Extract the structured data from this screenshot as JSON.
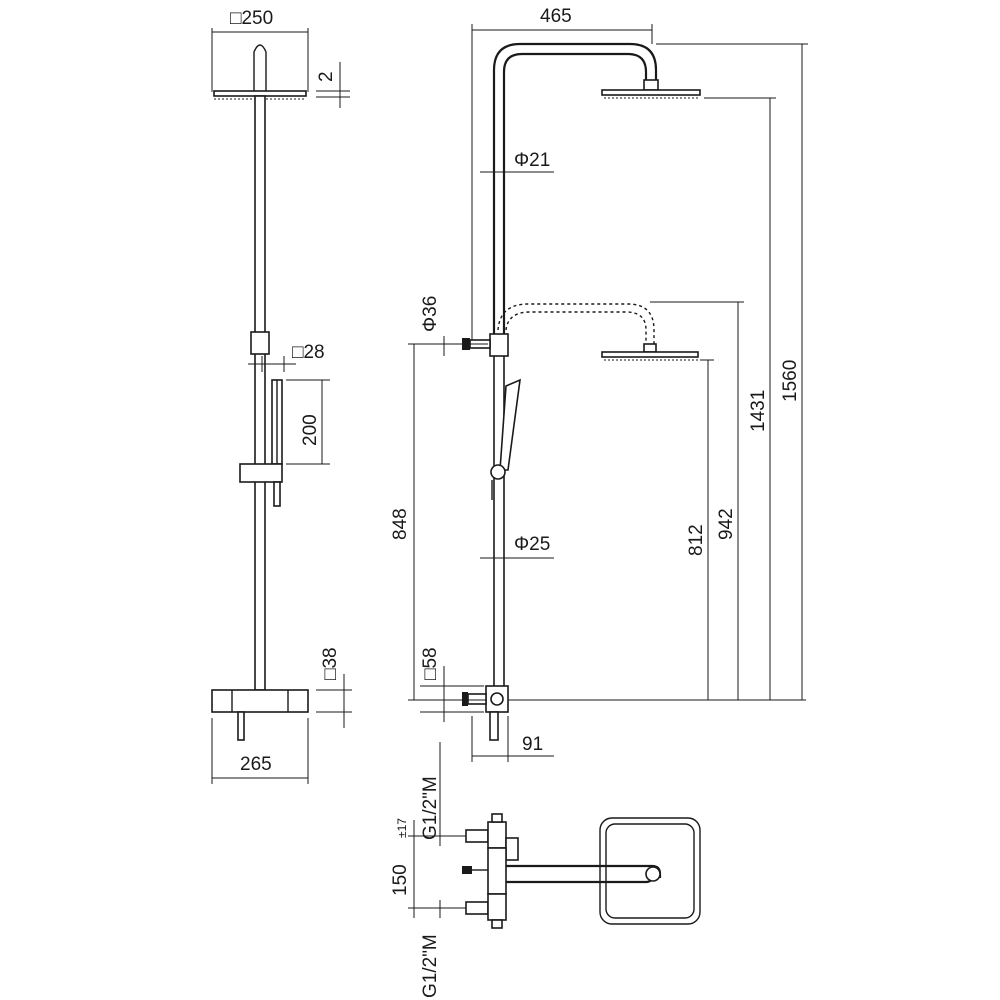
{
  "dimensions": {
    "head_width": "□250",
    "head_thickness": "2",
    "slider_size": "□28",
    "handshower_length": "200",
    "mixer_height": "□38",
    "mixer_width": "265",
    "arm_reach": "465",
    "arm_tube": "Φ21",
    "holder_diameter": "Φ36",
    "riser_tube": "Φ25",
    "valve_block": "□58",
    "wall_offset": "91",
    "height_848": "848",
    "height_812": "812",
    "height_942": "942",
    "height_1431": "1431",
    "height_1560": "1560",
    "inlet_top": "G1/2\"M",
    "inlet_bottom": "G1/2\"M",
    "inlet_spacing": "150",
    "inlet_tolerance": "±17"
  },
  "colors": {
    "line": "#1a1a1a",
    "background": "#ffffff"
  }
}
